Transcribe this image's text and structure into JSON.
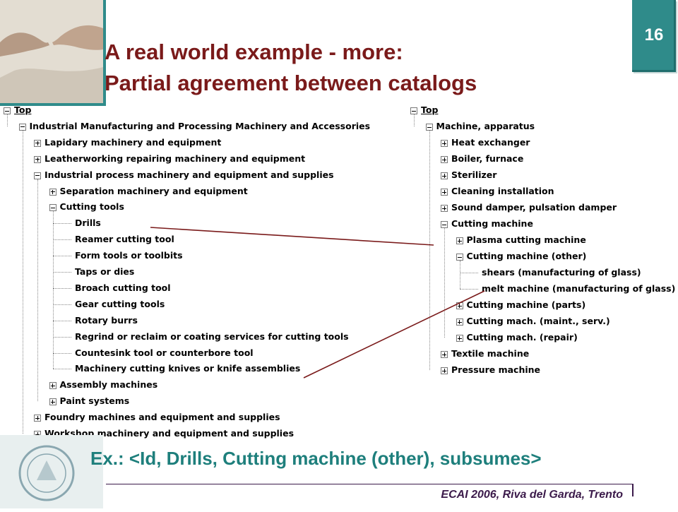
{
  "slide": {
    "number": "16",
    "title_line1": "A real world example - more:",
    "title_line2": "Partial agreement between catalogs"
  },
  "left_tree": [
    {
      "label": "Top",
      "level": 0,
      "toggle": "minus",
      "underline": true
    },
    {
      "label": "Industrial Manufacturing and Processing Machinery and Accessories",
      "level": 1,
      "toggle": "minus"
    },
    {
      "label": "Lapidary machinery and equipment",
      "level": 2,
      "toggle": "plus"
    },
    {
      "label": "Leatherworking repairing machinery and equipment",
      "level": 2,
      "toggle": "plus"
    },
    {
      "label": "Industrial process machinery and equipment and supplies",
      "level": 2,
      "toggle": "minus"
    },
    {
      "label": "Separation machinery and equipment",
      "level": 3,
      "toggle": "plus"
    },
    {
      "label": "Cutting tools",
      "level": 3,
      "toggle": "minus"
    },
    {
      "label": "Drills",
      "level": 4,
      "toggle": "none"
    },
    {
      "label": "Reamer cutting tool",
      "level": 4,
      "toggle": "none"
    },
    {
      "label": "Form tools or toolbits",
      "level": 4,
      "toggle": "none"
    },
    {
      "label": "Taps or dies",
      "level": 4,
      "toggle": "none"
    },
    {
      "label": "Broach cutting tool",
      "level": 4,
      "toggle": "none"
    },
    {
      "label": "Gear cutting tools",
      "level": 4,
      "toggle": "none"
    },
    {
      "label": "Rotary burrs",
      "level": 4,
      "toggle": "none"
    },
    {
      "label": "Regrind or reclaim or coating services for cutting tools",
      "level": 4,
      "toggle": "none"
    },
    {
      "label": "Countesink tool or counterbore tool",
      "level": 4,
      "toggle": "none"
    },
    {
      "label": "Machinery cutting knives or knife assemblies",
      "level": 4,
      "toggle": "none"
    },
    {
      "label": "Assembly machines",
      "level": 3,
      "toggle": "plus"
    },
    {
      "label": "Paint systems",
      "level": 3,
      "toggle": "plus"
    },
    {
      "label": "Foundry  machines and equipment and supplies",
      "level": 2,
      "toggle": "plus"
    },
    {
      "label": "Workshop machinery and equipment and supplies",
      "level": 2,
      "toggle": "plus"
    }
  ],
  "right_tree": [
    {
      "label": "Top",
      "level": 0,
      "toggle": "minus",
      "underline": true
    },
    {
      "label": "Machine, apparatus",
      "level": 1,
      "toggle": "minus"
    },
    {
      "label": "Heat exchanger",
      "level": 2,
      "toggle": "plus"
    },
    {
      "label": "Boiler, furnace",
      "level": 2,
      "toggle": "plus"
    },
    {
      "label": "Sterilizer",
      "level": 2,
      "toggle": "plus"
    },
    {
      "label": "Cleaning installation",
      "level": 2,
      "toggle": "plus"
    },
    {
      "label": "Sound damper, pulsation damper",
      "level": 2,
      "toggle": "plus"
    },
    {
      "label": "Cutting machine",
      "level": 2,
      "toggle": "minus"
    },
    {
      "label": "Plasma cutting machine",
      "level": 3,
      "toggle": "plus"
    },
    {
      "label": "Cutting machine (other)",
      "level": 3,
      "toggle": "minus"
    },
    {
      "label": "shears (manufacturing of glass)",
      "level": 4,
      "toggle": "none"
    },
    {
      "label": "melt machine (manufacturing of glass)",
      "level": 4,
      "toggle": "none"
    },
    {
      "label": "Cutting machine (parts)",
      "level": 3,
      "toggle": "plus"
    },
    {
      "label": "Cutting mach. (maint., serv.)",
      "level": 3,
      "toggle": "plus"
    },
    {
      "label": "Cutting mach. (repair)",
      "level": 3,
      "toggle": "plus"
    },
    {
      "label": "Textile machine",
      "level": 2,
      "toggle": "plus"
    },
    {
      "label": "Pressure machine",
      "level": 2,
      "toggle": "plus"
    }
  ],
  "example": "Ex.: <Id, Drills, Cutting machine (other), subsumes>",
  "footer": "ECAI 2006, Riva del Garda, Trento",
  "colors": {
    "teal": "#2f8b8a",
    "title": "#7a1a1a",
    "example": "#1e7f7c",
    "connector": "#7a1a1a"
  }
}
